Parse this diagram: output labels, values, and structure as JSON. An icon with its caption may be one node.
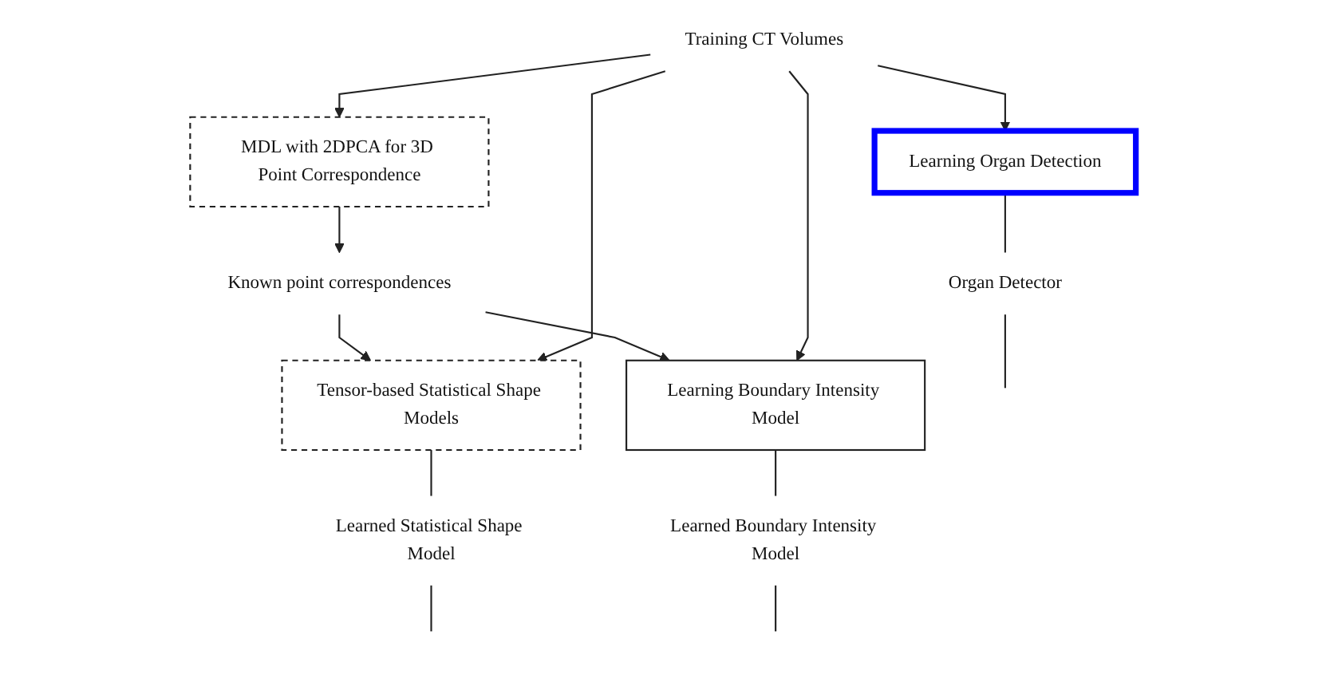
{
  "diagram": {
    "nodes": [
      {
        "text": [
          "MDL with 2DPCA for 3D Point Correspondence"
        ]
      },
      {
        "text": [
          "Training CT Volumes"
        ]
      },
      {
        "text": [
          "Known point correspondences"
        ]
      },
      {
        "text": [
          "Tensor-based Statistical Shape Models"
        ]
      },
      {
        "text": [
          "Learning Boundary Intensity Model"
        ]
      },
      {
        "text": [
          "Learning Organ Detection"
        ]
      },
      {
        "text": [
          "Learned Statistical Shape Model"
        ]
      },
      {
        "text": [
          "Learned Boundary Intensity Model"
        ]
      },
      {
        "text": [
          "Organ Detector"
        ]
      }
    ],
    "edges": [
      {
        "from": 1,
        "to": 0,
        "arrow": "to"
      },
      {
        "from": 0,
        "to": 2,
        "arrow": "to"
      },
      {
        "from": 2,
        "to": 3,
        "arrow": "to"
      },
      {
        "from": 2,
        "to": 4,
        "arrow": "to"
      },
      {
        "from": 1,
        "to": 3,
        "arrow": "to"
      },
      {
        "from": 1,
        "to": 4,
        "arrow": "to"
      },
      {
        "from": 1,
        "to": 5,
        "arrow": "to"
      },
      {
        "from": 3,
        "to": 6,
        "arrow": "none"
      },
      {
        "from": 4,
        "to": 7,
        "arrow": "none"
      },
      {
        "from": 5,
        "to": 8,
        "arrow": "none"
      },
      {
        "from": 6,
        "to": null,
        "arrow": "none"
      },
      {
        "from": 7,
        "to": null,
        "arrow": "none"
      },
      {
        "from": 8,
        "to": null,
        "arrow": "none"
      }
    ]
  }
}
